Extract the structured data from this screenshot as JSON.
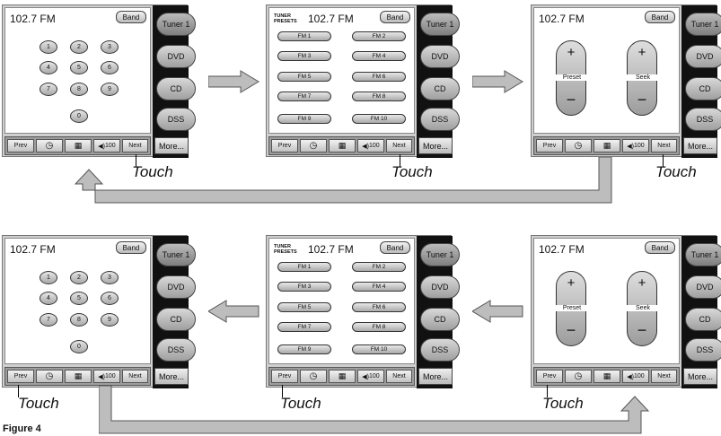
{
  "common": {
    "frequency": "102.7 FM",
    "band_label": "Band",
    "sources": [
      "Tuner 1",
      "DVD",
      "CD",
      "DSS"
    ],
    "more_label": "More...",
    "prev_label": "Prev",
    "next_label": "Next",
    "volume_label": "100",
    "touch_label": "Touch",
    "tuner_presets_label": "TUNER PRESETS"
  },
  "keypad": [
    "1",
    "2",
    "3",
    "4",
    "5",
    "6",
    "7",
    "8",
    "9",
    "0"
  ],
  "presets": [
    "FM 1",
    "FM 2",
    "FM 3",
    "FM 4",
    "FM 5",
    "FM 6",
    "FM 7",
    "FM 8",
    "FM 9",
    "FM 10"
  ],
  "rockers": {
    "preset_label": "Preset",
    "seek_label": "Seek",
    "plus": "+",
    "minus": "−"
  },
  "figure_label": "Figure 4"
}
